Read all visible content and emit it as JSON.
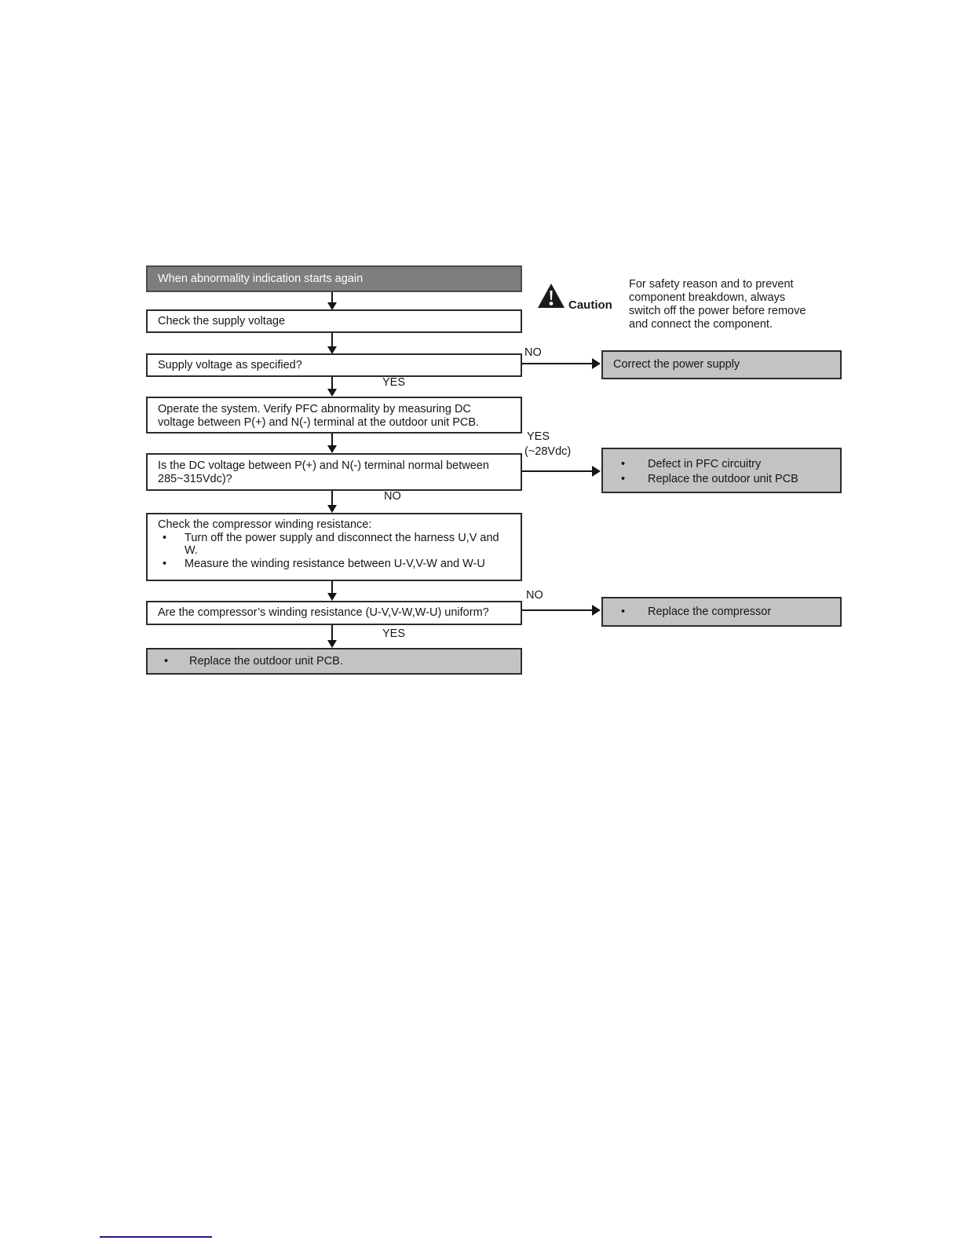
{
  "ui": {
    "bullet": "•"
  },
  "caution": {
    "label": "Caution",
    "lines": [
      "For safety reason and to prevent",
      "component breakdown, always",
      "switch off the power before remove",
      "and connect the component."
    ]
  },
  "flow": {
    "start": "When abnormality indication starts again",
    "check_supply": "Check the supply voltage",
    "supply_q": "Supply voltage as specified?",
    "operate": "Operate the system. Verify PFC abnormality by measuring DC voltage between P(+) and N(-) terminal at the outdoor unit PCB.",
    "dc_q": "Is the DC voltage between P(+) and N(-) terminal normal between 285~315Vdc)?",
    "winding_title": "Check the compressor winding resistance:",
    "winding_b1": "Turn off the power supply and disconnect the harness U,V and W.",
    "winding_b2": "Measure the winding resistance between U-V,V-W and W-U",
    "uniform_q": "Are the compressor’s winding resistance (U-V,V-W,W-U) uniform?",
    "final_b1": "Replace the outdoor unit PCB."
  },
  "results": {
    "correct_supply": "Correct the power supply",
    "pfc_b1": "Defect in PFC circuitry",
    "pfc_b2": "Replace the outdoor unit PCB",
    "replace_compressor": "Replace the compressor"
  },
  "labels": {
    "no1": "NO",
    "yes1": "YES",
    "yes2": "YES",
    "yes2_sub": "(~28Vdc)",
    "no2": "NO",
    "no3": "NO",
    "yes3": "YES"
  },
  "colors": {
    "header_bg": "#7e7e7e",
    "result_bg": "#c3c3c3",
    "line": "#161616",
    "footer_rule": "#1b1b8e"
  }
}
